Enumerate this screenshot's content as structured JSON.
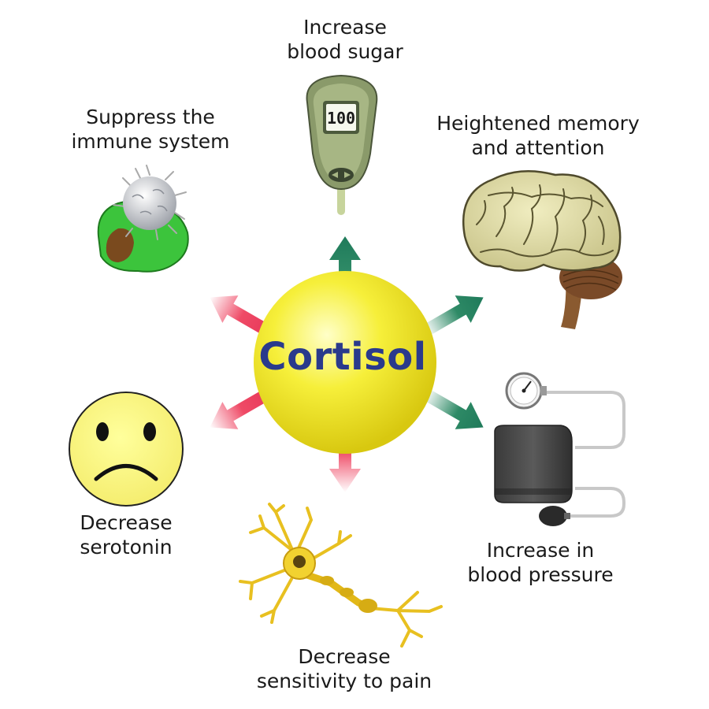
{
  "center": {
    "label": "Cortisol"
  },
  "effects": {
    "blood_sugar": {
      "line1": "Increase",
      "line2": "blood sugar",
      "direction": "increase",
      "meter_reading": "100"
    },
    "memory": {
      "line1": "Heightened memory",
      "line2": "and attention",
      "direction": "increase"
    },
    "blood_pressure": {
      "line1": "Increase in",
      "line2": "blood pressure",
      "direction": "increase"
    },
    "pain": {
      "line1": "Decrease",
      "line2": "sensitivity to pain",
      "direction": "decrease"
    },
    "serotonin": {
      "line1": "Decrease",
      "line2": "serotonin",
      "direction": "decrease"
    },
    "immune": {
      "line1": "Suppress the",
      "line2": "immune system",
      "direction": "decrease"
    }
  },
  "colors": {
    "increase_arrow": "#1f7a5a",
    "decrease_arrow": "#e8395a",
    "hub": "#f2ea2a",
    "hub_text": "#2a3a8c"
  },
  "icons": [
    "glucose-meter-icon",
    "brain-icon",
    "sphygmomanometer-icon",
    "neuron-icon",
    "sad-face-icon",
    "immune-cell-icon"
  ]
}
